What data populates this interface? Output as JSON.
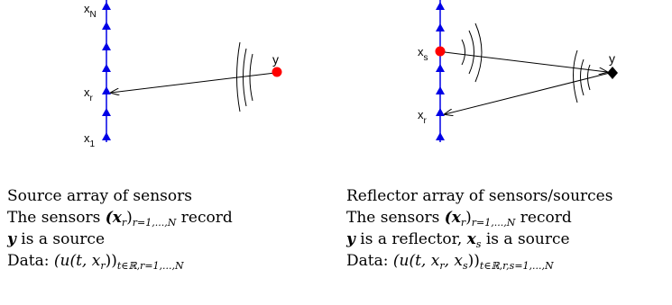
{
  "left_figure": {
    "labels": {
      "top": "x",
      "top_sub": "N",
      "middle": "x",
      "middle_sub": "r",
      "bottom": "x",
      "bottom_sub": "1",
      "point": "y"
    },
    "colors": {
      "sensor": "#0000e6",
      "source": "#ff0000",
      "line": "#000000"
    }
  },
  "right_figure": {
    "labels": {
      "source": "x",
      "source_sub": "s",
      "receiver": "x",
      "receiver_sub": "r",
      "point": "y"
    },
    "colors": {
      "sensor": "#0000e6",
      "source": "#ff0000",
      "reflector": "#000000"
    }
  },
  "captions": {
    "left": {
      "line1": "Source array of sensors",
      "line2_pre": "The sensors ",
      "line2_math": "(x",
      "line2_sub": "r",
      "line2_close": ")",
      "line2_range": "r=1,...,N",
      "line2_post": " record",
      "line3_bold": "y",
      "line3_text": " is a source",
      "line4_pre": "Data: ",
      "line4_math": "(u(t, x",
      "line4_sub": "r",
      "line4_close": "))",
      "line4_range": "t∈ℝ,r=1,...,N"
    },
    "right": {
      "line1": "Reflector array of sensors/sources",
      "line2_pre": "The sensors ",
      "line2_math": "(x",
      "line2_sub": "r",
      "line2_close": ")",
      "line2_range": "r=1,...,N",
      "line2_post": " record",
      "line3_bold": "y",
      "line3_mid": " is a reflector, ",
      "line3_bold2": "x",
      "line3_sub": "s",
      "line3_text": " is a source",
      "line4_pre": "Data: ",
      "line4_math": "(u(t, x",
      "line4_sub1": "r",
      "line4_mid": ", x",
      "line4_sub2": "s",
      "line4_close": "))",
      "line4_range": "t∈ℝ,r,s=1,...,N"
    }
  }
}
